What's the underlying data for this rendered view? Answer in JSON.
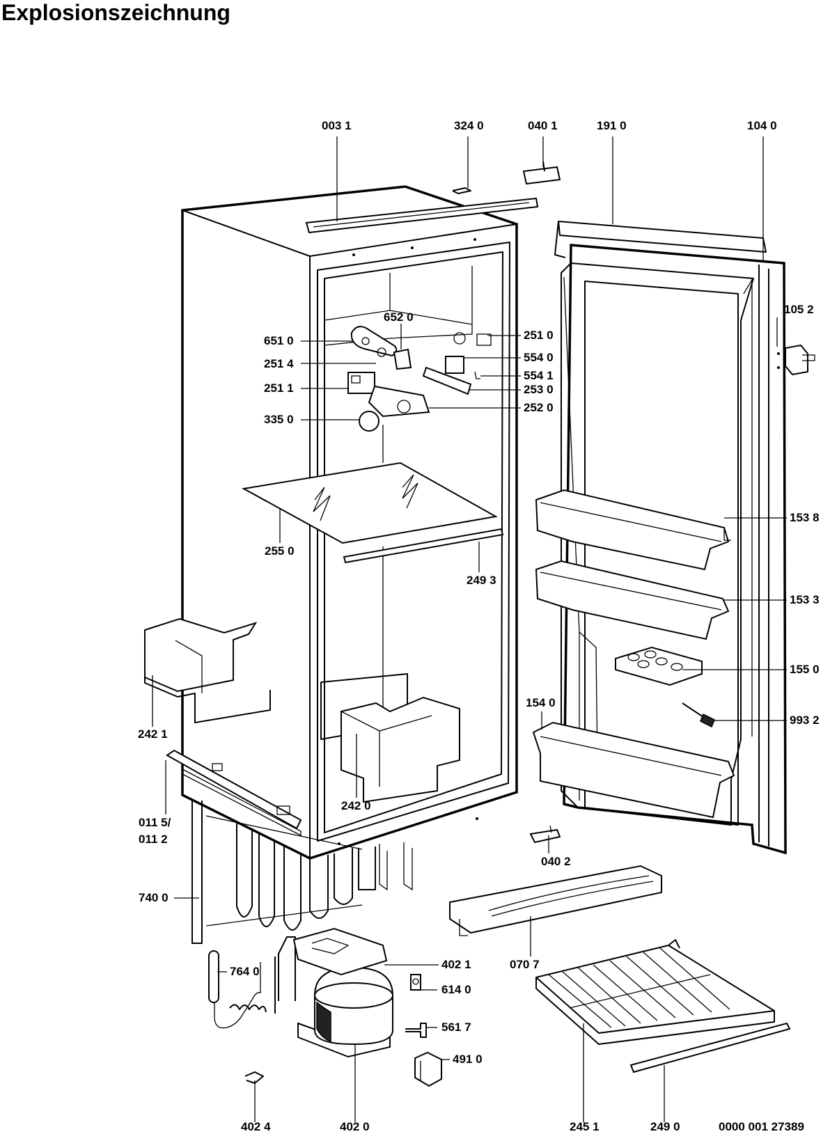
{
  "title": "Explosionszeichnung",
  "diagram_number": "0000 001 27389",
  "parts": [
    {
      "id": "003-1",
      "label": "003 1"
    },
    {
      "id": "324-0",
      "label": "324 0"
    },
    {
      "id": "040-1",
      "label": "040 1"
    },
    {
      "id": "191-0",
      "label": "191 0"
    },
    {
      "id": "104-0",
      "label": "104 0"
    },
    {
      "id": "105-2",
      "label": "105 2"
    },
    {
      "id": "652-0",
      "label": "652 0"
    },
    {
      "id": "651-0",
      "label": "651 0"
    },
    {
      "id": "251-4",
      "label": "251 4"
    },
    {
      "id": "251-1",
      "label": "251 1"
    },
    {
      "id": "335-0",
      "label": "335 0"
    },
    {
      "id": "251-0",
      "label": "251 0"
    },
    {
      "id": "554-0",
      "label": "554 0"
    },
    {
      "id": "554-1",
      "label": "554 1"
    },
    {
      "id": "253-0",
      "label": "253 0"
    },
    {
      "id": "252-0",
      "label": "252 0"
    },
    {
      "id": "255-0",
      "label": "255 0"
    },
    {
      "id": "249-3",
      "label": "249 3"
    },
    {
      "id": "153-8",
      "label": "153 8"
    },
    {
      "id": "153-3",
      "label": "153 3"
    },
    {
      "id": "155-0",
      "label": "155 0"
    },
    {
      "id": "154-0",
      "label": "154 0"
    },
    {
      "id": "993-2",
      "label": "993 2"
    },
    {
      "id": "242-1",
      "label": "242 1"
    },
    {
      "id": "242-0",
      "label": "242 0"
    },
    {
      "id": "011-5",
      "label": "011 5/"
    },
    {
      "id": "011-2",
      "label": "011 2"
    },
    {
      "id": "740-0",
      "label": "740 0"
    },
    {
      "id": "040-2",
      "label": "040 2"
    },
    {
      "id": "764-0",
      "label": "764 0"
    },
    {
      "id": "402-1",
      "label": "402 1"
    },
    {
      "id": "070-7",
      "label": "070 7"
    },
    {
      "id": "614-0",
      "label": "614 0"
    },
    {
      "id": "561-7",
      "label": "561 7"
    },
    {
      "id": "491-0",
      "label": "491 0"
    },
    {
      "id": "402-4",
      "label": "402 4"
    },
    {
      "id": "402-0",
      "label": "402 0"
    },
    {
      "id": "245-1",
      "label": "245 1"
    },
    {
      "id": "249-0",
      "label": "249 0"
    }
  ]
}
